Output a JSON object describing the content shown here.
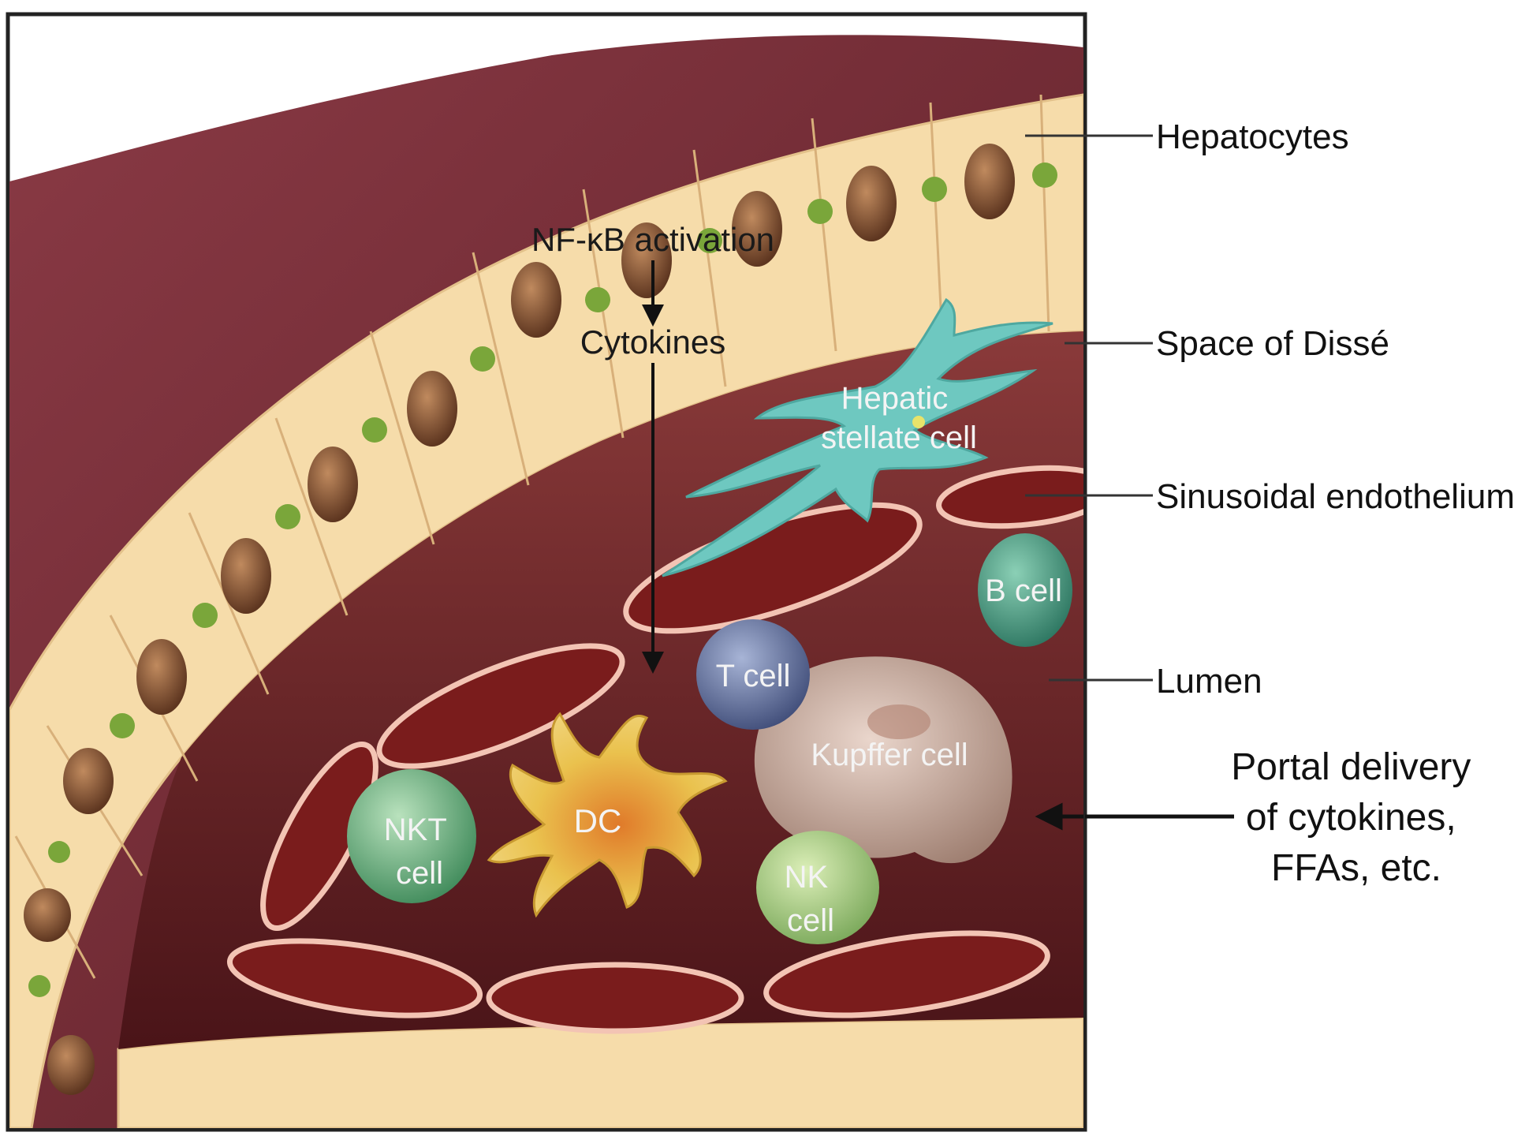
{
  "colors": {
    "tissue_outer": "#6e2530",
    "tissue_dark": "#4a1318",
    "hepatocyte": "#f6dcaa",
    "nucleus": "#8a5a3a",
    "canaliculus": "#7aa63a",
    "lumen": "#5a1a1e",
    "endothelium": "#7a1c1c",
    "endothelium_outline": "#f3c4b4",
    "stellate": "#6ec8c0",
    "kupffer": "#d8bdb0",
    "t_cell": "#6f7fa8",
    "b_cell": "#4d9f86",
    "nk_cell": "#a9cc80",
    "nkt_cell": "#74b884",
    "dc": "#e6c24a",
    "label_line": "#333333"
  },
  "labels": {
    "hepatocytes": "Hepatocytes",
    "space_of_disse": "Space of Dissé",
    "sinusoidal_endothelium": "Sinusoidal endothelium",
    "lumen": "Lumen",
    "portal_delivery": [
      "Portal delivery",
      "of cytokines,",
      "FFAs, etc."
    ]
  },
  "annotations": {
    "nfkb": "NF-κB activation",
    "cytokines": "Cytokines"
  },
  "cells": {
    "hepatic_stellate": [
      "Hepatic",
      "stellate cell"
    ],
    "b_cell": "B cell",
    "t_cell": "T cell",
    "kupffer": "Kupffer cell",
    "nkt": [
      "NKT",
      "cell"
    ],
    "dc": "DC",
    "nk": [
      "NK",
      "cell"
    ]
  }
}
